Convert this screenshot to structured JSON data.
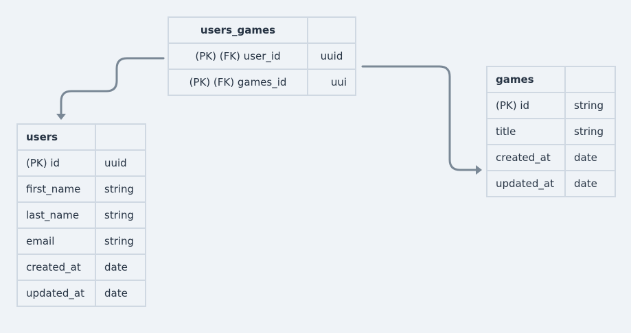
{
  "tables": {
    "users_games": {
      "name": "users_games",
      "header_type": "",
      "rows": [
        {
          "column": "(PK) (FK) user_id",
          "type": "uuid"
        },
        {
          "column": "(PK) (FK) games_id",
          "type": "uui"
        }
      ]
    },
    "users": {
      "name": "users",
      "header_type": "",
      "rows": [
        {
          "column": "(PK) id",
          "type": "uuid"
        },
        {
          "column": "first_name",
          "type": "string"
        },
        {
          "column": "last_name",
          "type": "string"
        },
        {
          "column": "email",
          "type": "string"
        },
        {
          "column": "created_at",
          "type": "date"
        },
        {
          "column": "updated_at",
          "type": "date"
        }
      ]
    },
    "games": {
      "name": "games",
      "header_type": "",
      "rows": [
        {
          "column": "(PK) id",
          "type": "string"
        },
        {
          "column": "title",
          "type": "string"
        },
        {
          "column": "created_at",
          "type": "date"
        },
        {
          "column": "updated_at",
          "type": "date"
        }
      ]
    }
  },
  "relations": [
    {
      "from": "users_games.user_id",
      "to": "users"
    },
    {
      "from": "users_games.games_id",
      "to": "games"
    }
  ],
  "colors": {
    "background": "#eff3f7",
    "border": "#cfd8e2",
    "connector": "#7a8896",
    "text": "#273444"
  }
}
